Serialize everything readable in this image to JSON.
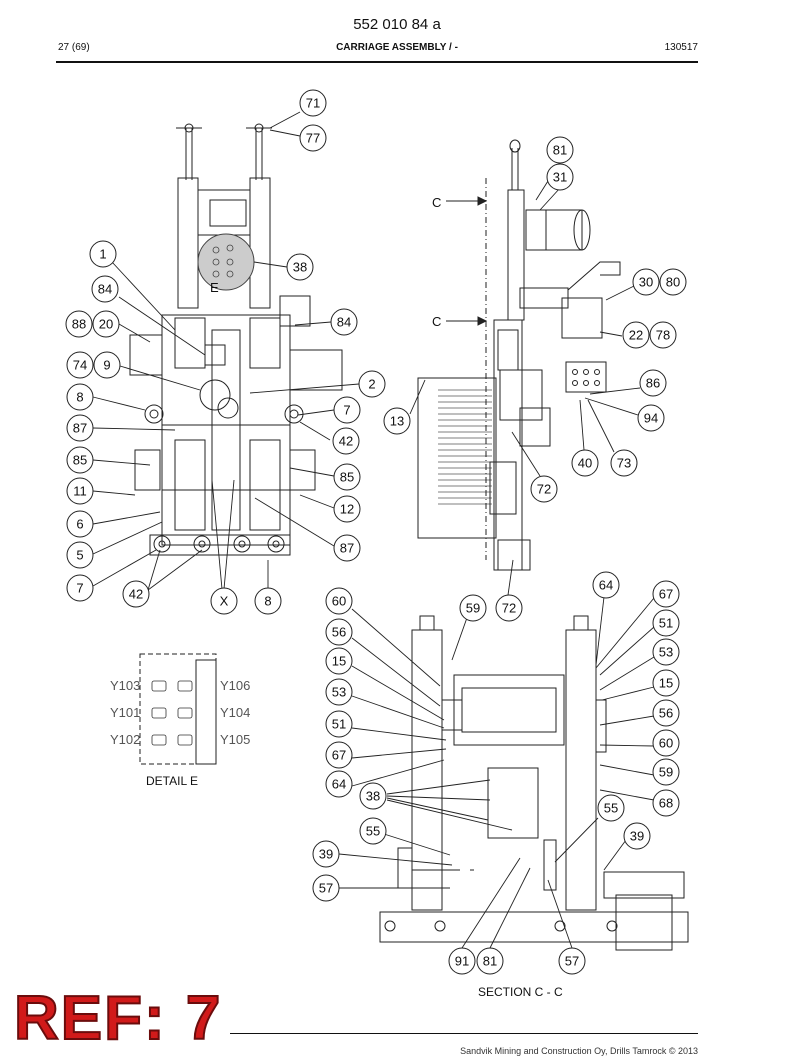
{
  "header": {
    "doc_number": "552 010 84 a",
    "page": "27 (69)",
    "title": "CARRIAGE ASSEMBLY / -",
    "date_code": "130517"
  },
  "captions": {
    "detail": "DETAIL E",
    "section": "SECTION C - C",
    "section_marker_top": "C",
    "section_marker_bottom": "C",
    "detail_marker": "E"
  },
  "detail_labels": [
    "Y103",
    "Y101",
    "Y102",
    "Y106",
    "Y104",
    "Y105"
  ],
  "callouts": {
    "front": [
      "71",
      "77",
      "38",
      "1",
      "84",
      "88",
      "20",
      "84",
      "74",
      "9",
      "2",
      "8",
      "7",
      "87",
      "42",
      "85",
      "85",
      "11",
      "12",
      "6",
      "87",
      "5",
      "7",
      "42",
      "X",
      "8"
    ],
    "side": [
      "81",
      "31",
      "30",
      "80",
      "22",
      "78",
      "86",
      "94",
      "13",
      "40",
      "73",
      "72",
      "72"
    ],
    "section": [
      "64",
      "67",
      "60",
      "59",
      "51",
      "56",
      "53",
      "15",
      "15",
      "53",
      "56",
      "51",
      "60",
      "67",
      "59",
      "64",
      "68",
      "38",
      "55",
      "55",
      "39",
      "39",
      "57",
      "91",
      "81",
      "57"
    ]
  },
  "footer": {
    "ref": "REF: 7",
    "copyright": "Sandvik Mining and Construction Oy, Drills Tamrock © 2013"
  }
}
